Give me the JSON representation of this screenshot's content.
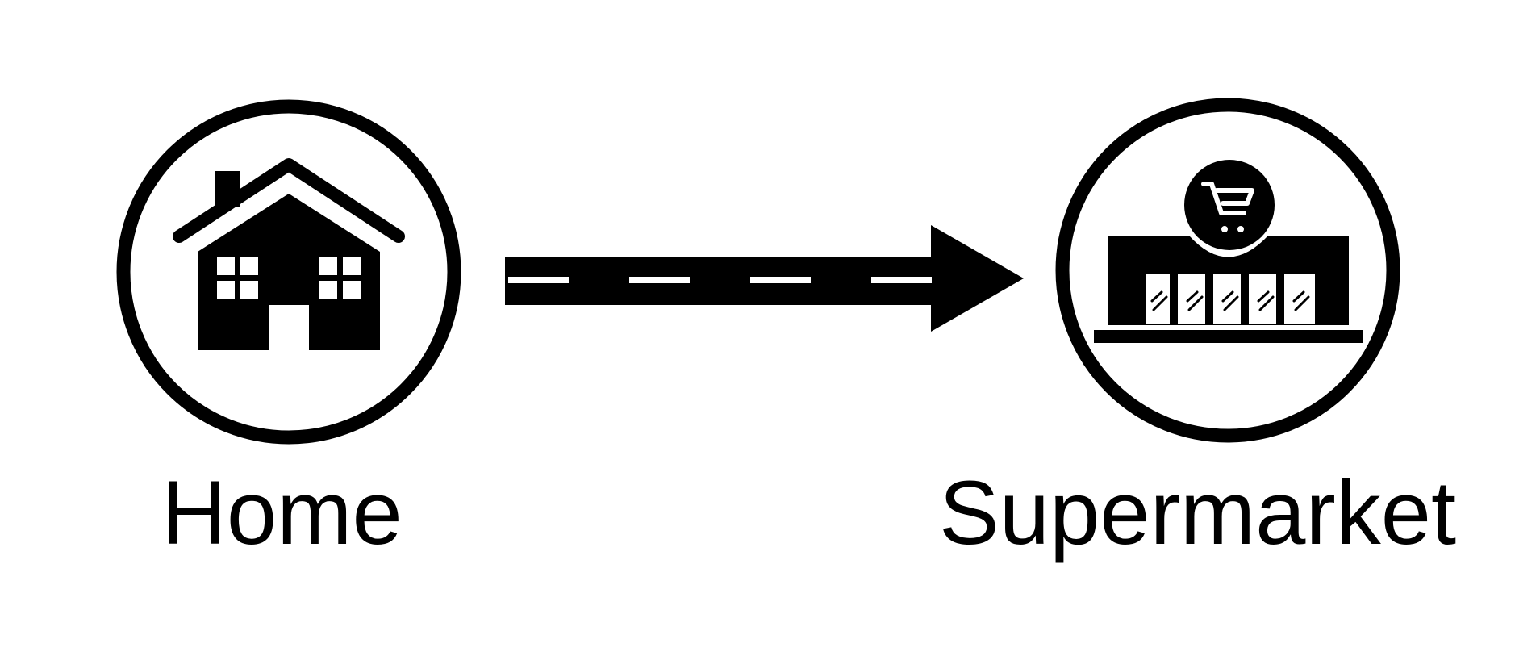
{
  "nodes": {
    "home": {
      "label": "Home",
      "icon": "house-icon"
    },
    "supermarket": {
      "label": "Supermarket",
      "icon": "supermarket-store-icon",
      "badge_icon": "shopping-cart-icon"
    }
  },
  "connector": {
    "icon": "road-arrow-icon",
    "direction": "home-to-supermarket"
  },
  "colors": {
    "foreground": "#000000",
    "background": "#ffffff"
  }
}
